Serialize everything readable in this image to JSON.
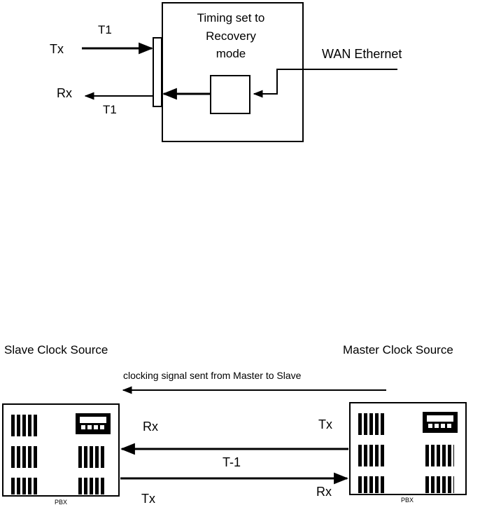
{
  "top_diagram": {
    "box_title_line1": "Timing set to",
    "box_title_line2": "Recovery",
    "box_title_line3": "mode",
    "tx_label": "Tx",
    "rx_label": "Rx",
    "tx_line_label": "T1",
    "rx_line_label": "T1",
    "wan_label": "WAN Ethernet"
  },
  "bottom_diagram": {
    "slave_title": "Slave Clock Source",
    "master_title": "Master Clock Source",
    "clock_signal_text": "clocking signal sent from Master to Slave",
    "left_rx_label": "Rx",
    "left_tx_label": "Tx",
    "right_tx_label": "Tx",
    "right_rx_label": "Rx",
    "link_label": "T-1",
    "left_device_caption": "PBX",
    "right_device_caption": "PBX"
  },
  "colors": {
    "line": "#000000",
    "background": "#ffffff"
  }
}
